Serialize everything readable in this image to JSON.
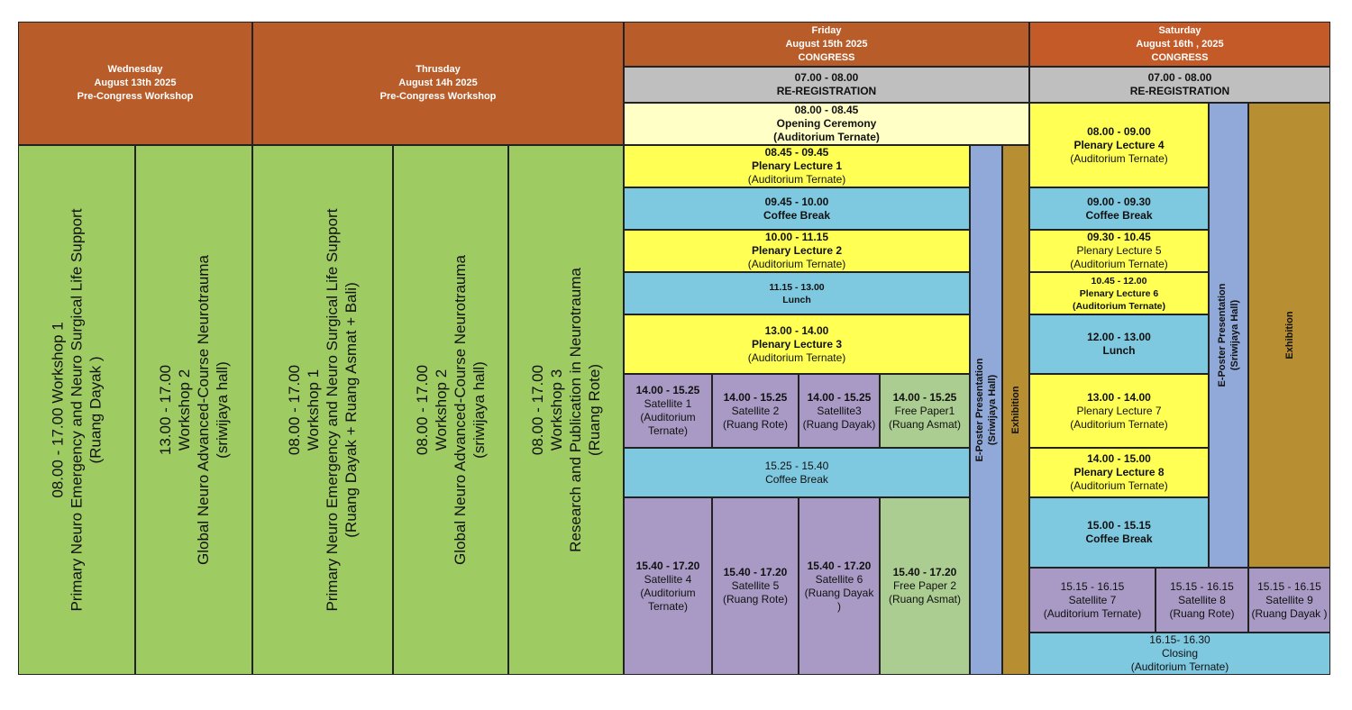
{
  "colors": {
    "header": "#b85c2a",
    "header_sat": "#c45a28",
    "workshop": "#9fcb63",
    "registration": "#bfbfbf",
    "opening": "#ffffc6",
    "plenary": "#ffff54",
    "break": "#7ec8e0",
    "satellite": "#a89ac4",
    "free_paper": "#abcd91",
    "eposter": "#91a9d8",
    "exhibition": "#b88e33",
    "closing": "#7ec8e0"
  },
  "cells": [
    {
      "id": "header-wednesday",
      "type": "header",
      "lines": [
        "Wednesday",
        "August 13th 2025",
        "Pre-Congress Workshop"
      ]
    },
    {
      "id": "header-thursday",
      "type": "header",
      "lines": [
        "Thrusday",
        "August 14h 2025",
        "Pre-Congress Workshop"
      ]
    },
    {
      "id": "header-friday",
      "type": "header",
      "lines": [
        "Friday",
        "August 15th  2025",
        "CONGRESS"
      ]
    },
    {
      "id": "header-saturday",
      "type": "header_sat",
      "lines": [
        "Saturday",
        "August 16th , 2025",
        "CONGRESS"
      ]
    },
    {
      "id": "wed-workshop-1",
      "type": "workshop",
      "vertical": true,
      "lines": [
        "08.00 - 17.00 Workshop 1",
        "Primary Neuro Emergency and Neuro Surgical Life Support",
        "(Ruang Dayak )"
      ]
    },
    {
      "id": "wed-workshop-2",
      "type": "workshop",
      "vertical": true,
      "lines": [
        "13.00 - 17.00",
        "Workshop 2",
        "Global Neuro Advanced-Course Neurotrauma",
        "(sriwijaya hall)"
      ]
    },
    {
      "id": "thu-workshop-1",
      "type": "workshop",
      "vertical": true,
      "lines": [
        "08.00 - 17.00",
        "Workshop 1",
        "Primary Neuro Emergency and Neuro Surgical Life Support",
        "(Ruang Dayak + Ruang Asmat + Bali)"
      ]
    },
    {
      "id": "thu-workshop-2",
      "type": "workshop",
      "vertical": true,
      "lines": [
        "08.00 - 17.00",
        "Workshop 2",
        "Global Neuro Advanced-Course Neurotrauma",
        "(sriwijaya hall)"
      ]
    },
    {
      "id": "thu-workshop-3",
      "type": "workshop",
      "vertical": true,
      "lines": [
        "08.00 - 17.00",
        "Workshop 3",
        "Research and Publication in Neurotrauma",
        "(Ruang Rote)"
      ]
    },
    {
      "id": "fri-reregistration",
      "type": "registration",
      "lines": [
        "07.00 - 08.00",
        "RE-REGISTRATION"
      ],
      "bold": [
        0,
        1
      ]
    },
    {
      "id": "fri-opening-ceremony",
      "type": "opening",
      "lines": [
        "08.00 - 08.45",
        "Opening Ceremony",
        "(Auditorium Ternate)"
      ],
      "bold": [
        0,
        1,
        2
      ]
    },
    {
      "id": "fri-plenary-1",
      "type": "plenary",
      "lines": [
        "08.45 - 09.45",
        "Plenary Lecture 1",
        "(Auditorium Ternate)"
      ],
      "bold": [
        0,
        1
      ]
    },
    {
      "id": "fri-coffee-break-1",
      "type": "break",
      "lines": [
        "09.45 - 10.00",
        "Coffee Break"
      ],
      "bold": [
        0,
        1
      ]
    },
    {
      "id": "fri-plenary-2",
      "type": "plenary",
      "lines": [
        "10.00 - 11.15",
        "Plenary Lecture 2",
        "(Auditorium Ternate)"
      ],
      "bold": [
        0,
        1
      ]
    },
    {
      "id": "fri-lunch",
      "type": "break",
      "small": true,
      "lines": [
        "11.15 - 13.00",
        "Lunch"
      ],
      "bold": [
        0,
        1
      ]
    },
    {
      "id": "fri-plenary-3",
      "type": "plenary",
      "lines": [
        "13.00 - 14.00",
        "Plenary Lecture 3",
        "(Auditorium Ternate)"
      ],
      "bold": [
        0,
        1
      ]
    },
    {
      "id": "fri-satellite-1",
      "type": "satellite",
      "wrap": true,
      "lines": [
        "14.00 - 15.25",
        "Satellite 1",
        "(Auditorium Ternate)"
      ],
      "bold": [
        0
      ]
    },
    {
      "id": "fri-satellite-2",
      "type": "satellite",
      "wrap": true,
      "lines": [
        "14.00 - 15.25",
        "Satellite 2",
        "(Ruang Rote)"
      ],
      "bold": [
        0
      ]
    },
    {
      "id": "fri-satellite-3",
      "type": "satellite",
      "wrap": true,
      "lines": [
        "14.00 - 15.25",
        "Satellite3",
        "(Ruang Dayak)"
      ],
      "bold": [
        0
      ]
    },
    {
      "id": "fri-free-paper-1",
      "type": "free_paper",
      "wrap": true,
      "lines": [
        "14.00 - 15.25",
        "Free Paper1",
        "(Ruang Asmat)"
      ],
      "bold": [
        0
      ]
    },
    {
      "id": "fri-coffee-break-2",
      "type": "break",
      "lines": [
        "15.25 - 15.40",
        "Coffee Break"
      ],
      "bold": []
    },
    {
      "id": "fri-satellite-4",
      "type": "satellite",
      "wrap": true,
      "lines": [
        "15.40 - 17.20",
        "Satellite 4",
        "(Auditorium Ternate)"
      ],
      "bold": [
        0
      ]
    },
    {
      "id": "fri-satellite-5",
      "type": "satellite",
      "wrap": true,
      "lines": [
        "15.40 - 17.20",
        "Satellite 5",
        "(Ruang Rote)"
      ],
      "bold": [
        0
      ]
    },
    {
      "id": "fri-satellite-6",
      "type": "satellite",
      "wrap": true,
      "lines": [
        "15.40 - 17.20",
        "Satellite 6",
        "(Ruang Dayak )"
      ],
      "bold": [
        0
      ]
    },
    {
      "id": "fri-free-paper-2",
      "type": "free_paper",
      "wrap": true,
      "lines": [
        "15.40 - 17.20",
        "Free Paper 2",
        "(Ruang Asmat)"
      ],
      "bold": [
        0
      ]
    },
    {
      "id": "fri-eposter",
      "type": "eposter",
      "vertical": true,
      "smallv": true,
      "lines": [
        "E-Poster Presentation",
        "(Sriwijaya Hall)"
      ]
    },
    {
      "id": "fri-exhibition",
      "type": "exhibition",
      "vertical": true,
      "smallv": true,
      "lines": [
        "Exhibition"
      ]
    },
    {
      "id": "sat-reregistration",
      "type": "registration",
      "lines": [
        "07.00 - 08.00",
        "RE-REGISTRATION"
      ],
      "bold": [
        0,
        1
      ]
    },
    {
      "id": "sat-plenary-4",
      "type": "plenary",
      "lines": [
        "08.00 - 09.00",
        "Plenary Lecture 4",
        "(Auditorium Ternate)"
      ],
      "bold": [
        0,
        1
      ]
    },
    {
      "id": "sat-coffee-break-1",
      "type": "break",
      "lines": [
        "09.00 - 09.30",
        "Coffee Break"
      ],
      "bold": [
        0,
        1
      ]
    },
    {
      "id": "sat-plenary-5",
      "type": "plenary",
      "lines": [
        "09.30 - 10.45",
        "Plenary Lecture 5",
        "(Auditorium Ternate)"
      ],
      "bold": [
        0
      ]
    },
    {
      "id": "sat-plenary-6",
      "type": "plenary",
      "small": true,
      "lines": [
        "10.45 - 12.00",
        "Plenary Lecture 6",
        "(Auditorium Ternate)"
      ],
      "bold": [
        0,
        1,
        2
      ]
    },
    {
      "id": "sat-lunch",
      "type": "break",
      "lines": [
        "12.00 - 13.00",
        "Lunch"
      ],
      "bold": [
        0,
        1
      ]
    },
    {
      "id": "sat-plenary-7",
      "type": "plenary",
      "lines": [
        "13.00 - 14.00",
        "Plenary Lecture 7",
        "(Auditorium Ternate)"
      ],
      "bold": [
        0
      ]
    },
    {
      "id": "sat-plenary-8",
      "type": "plenary",
      "lines": [
        "14.00 - 15.00",
        "Plenary Lecture 8",
        "(Auditorium Ternate)"
      ],
      "bold": [
        0,
        1
      ]
    },
    {
      "id": "sat-coffee-break-2",
      "type": "break",
      "lines": [
        "15.00 - 15.15",
        "Coffee Break"
      ],
      "bold": [
        0,
        1
      ]
    },
    {
      "id": "sat-eposter",
      "type": "eposter",
      "vertical": true,
      "smallv": true,
      "lines": [
        "E-Poster Presentation",
        "(Sriwijaya Hall)"
      ]
    },
    {
      "id": "sat-exhibition",
      "type": "exhibition",
      "vertical": true,
      "smallv": true,
      "lines": [
        "Exhibition"
      ]
    },
    {
      "id": "sat-satellite-7",
      "type": "satellite",
      "wrap": true,
      "lines": [
        "15.15 - 16.15",
        "Satellite 7",
        "(Auditorium Ternate)"
      ],
      "bold": []
    },
    {
      "id": "sat-satellite-8",
      "type": "satellite",
      "wrap": true,
      "lines": [
        "15.15 - 16.15",
        "Satellite 8",
        "(Ruang Rote)"
      ],
      "bold": []
    },
    {
      "id": "sat-satellite-9",
      "type": "satellite",
      "wrap": true,
      "lines": [
        "15.15 - 16.15",
        "Satellite 9",
        "(Ruang Dayak )"
      ],
      "bold": []
    },
    {
      "id": "sat-closing",
      "type": "closing",
      "lines": [
        "16.15- 16.30",
        "Closing",
        "(Auditorium Ternate)"
      ],
      "bold": []
    }
  ]
}
